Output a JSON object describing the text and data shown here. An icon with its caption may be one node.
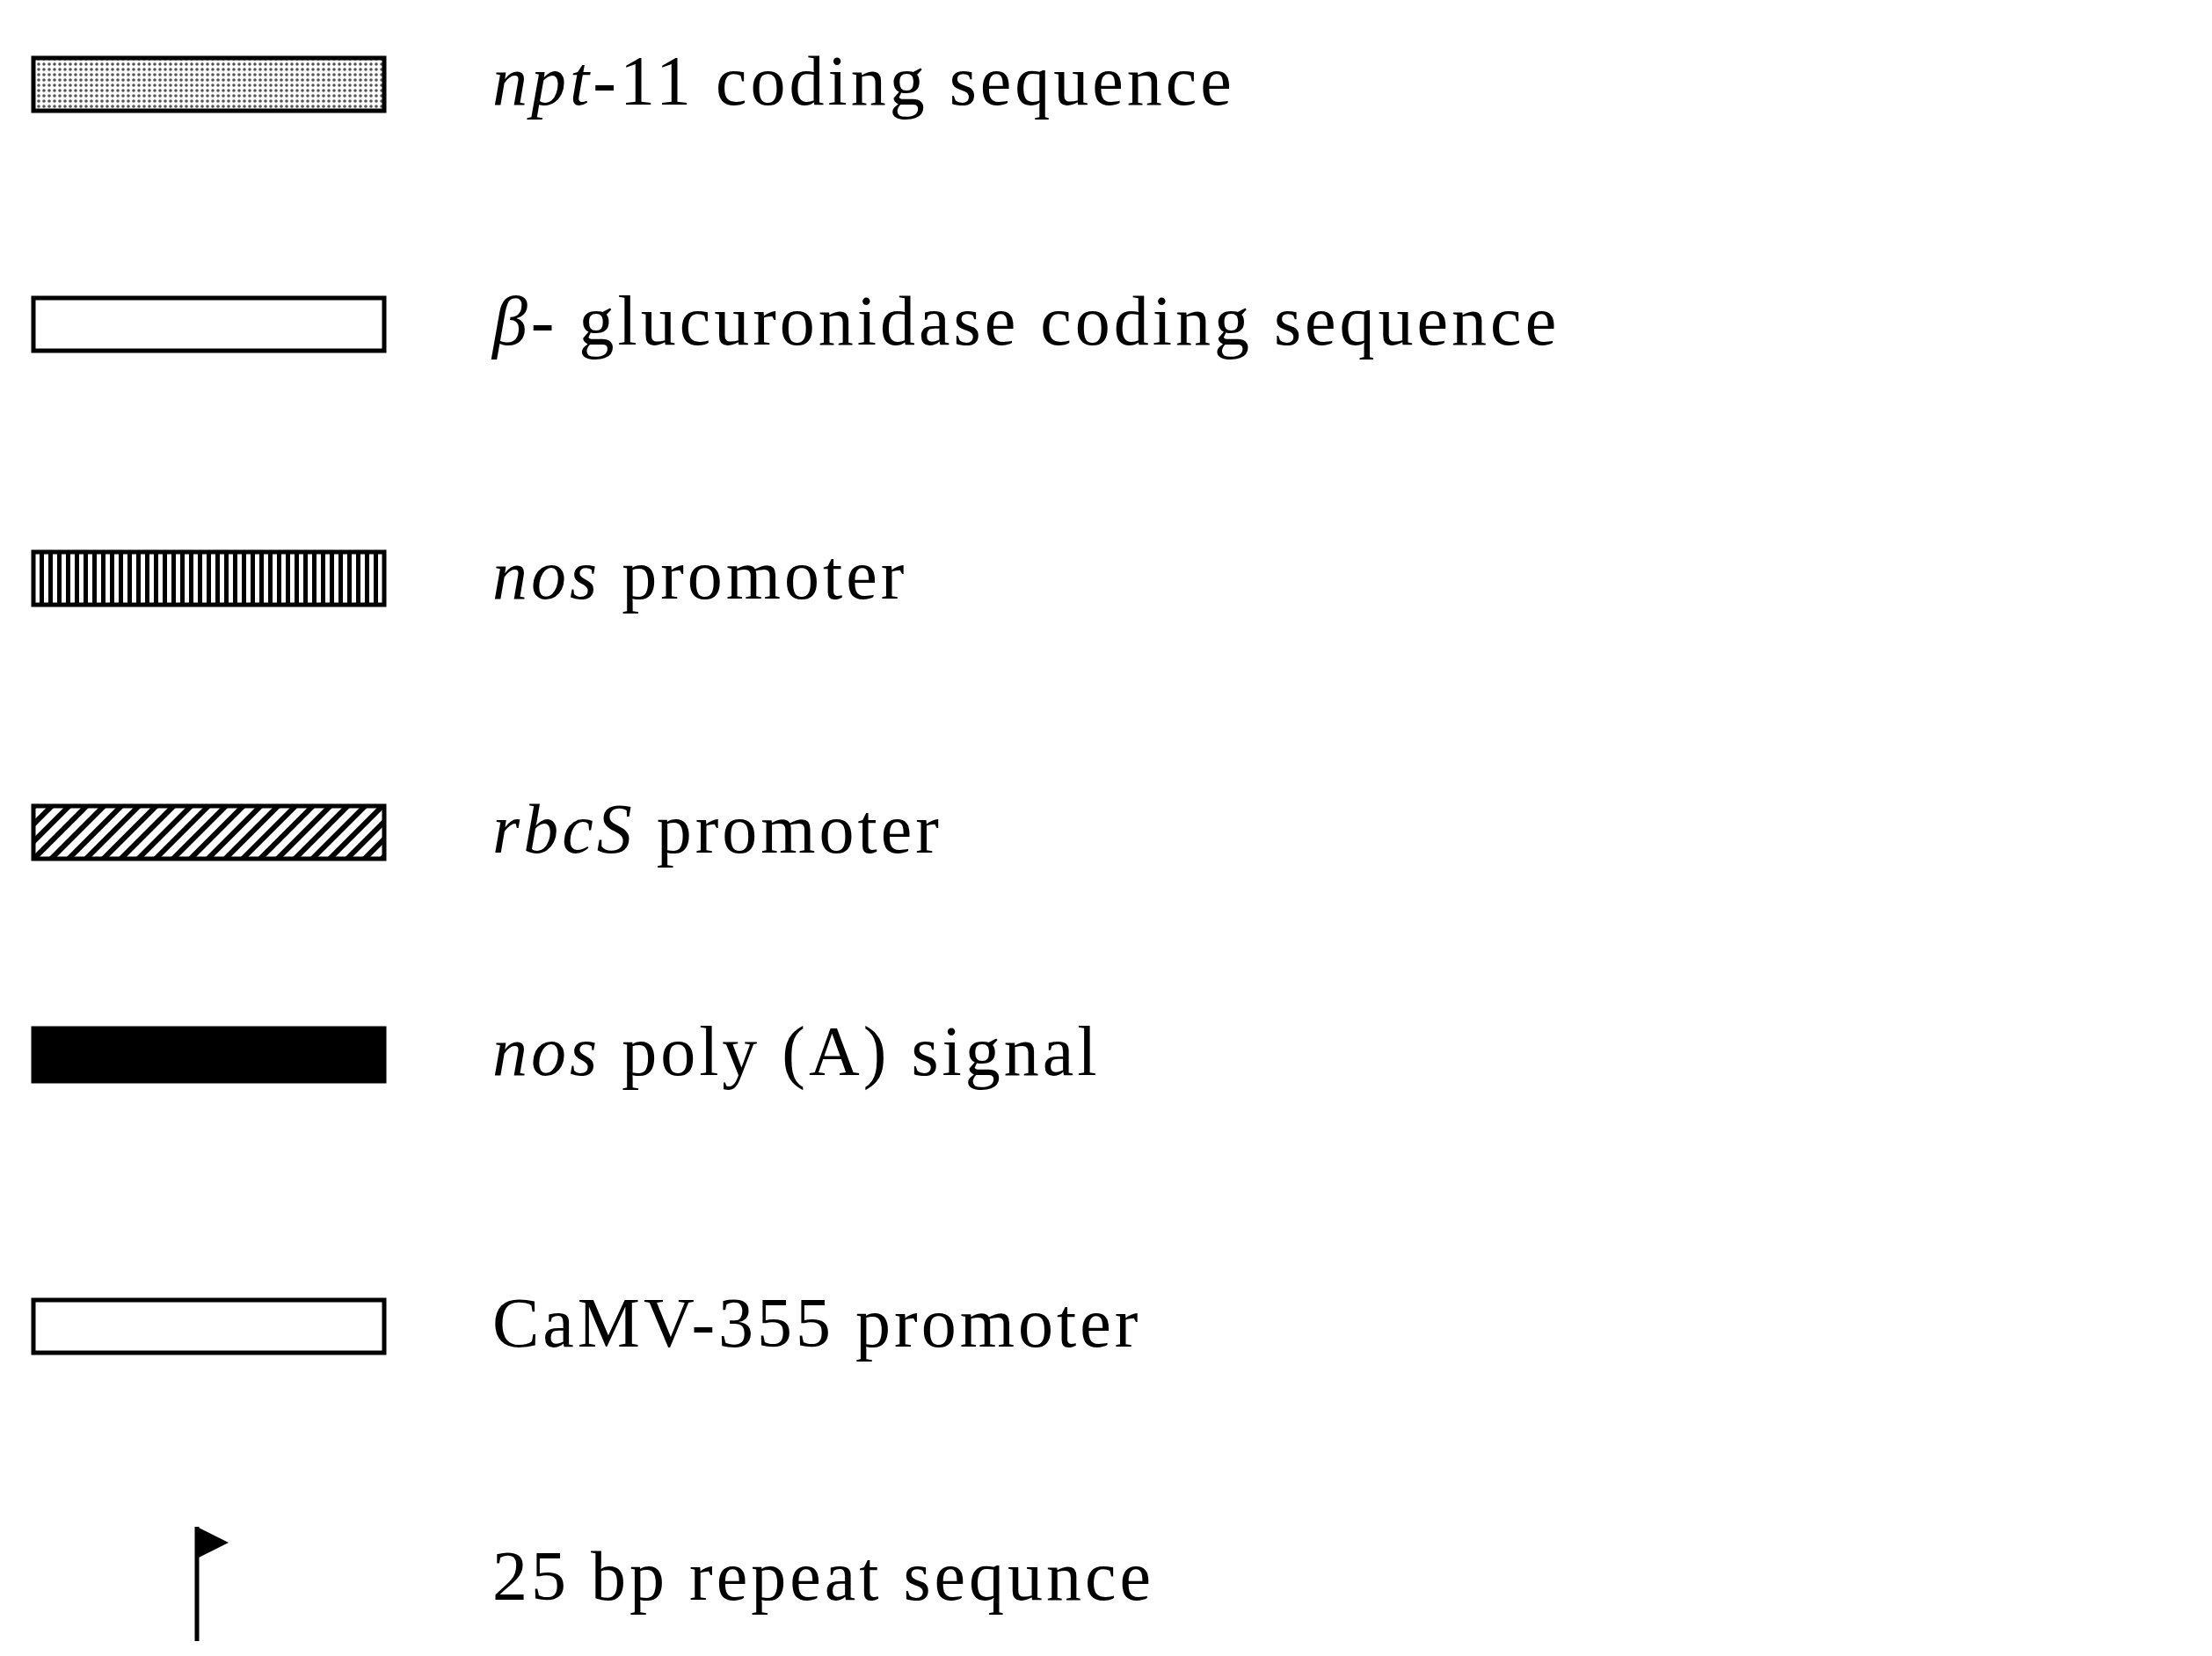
{
  "diagram": {
    "legend": [
      {
        "text": "*npt*-11 coding sequence"
      },
      {
        "text": "*β*- glucuronidase coding sequence"
      },
      {
        "text": "*nos* promoter"
      },
      {
        "text": "*rbcS* promoter"
      },
      {
        "text": "*nos* poly (A) signal",
        "color": "#000000"
      },
      {
        "text": "CaMV-355 promoter"
      },
      {
        "text": "25 bp repeat sequnce"
      }
    ]
  }
}
